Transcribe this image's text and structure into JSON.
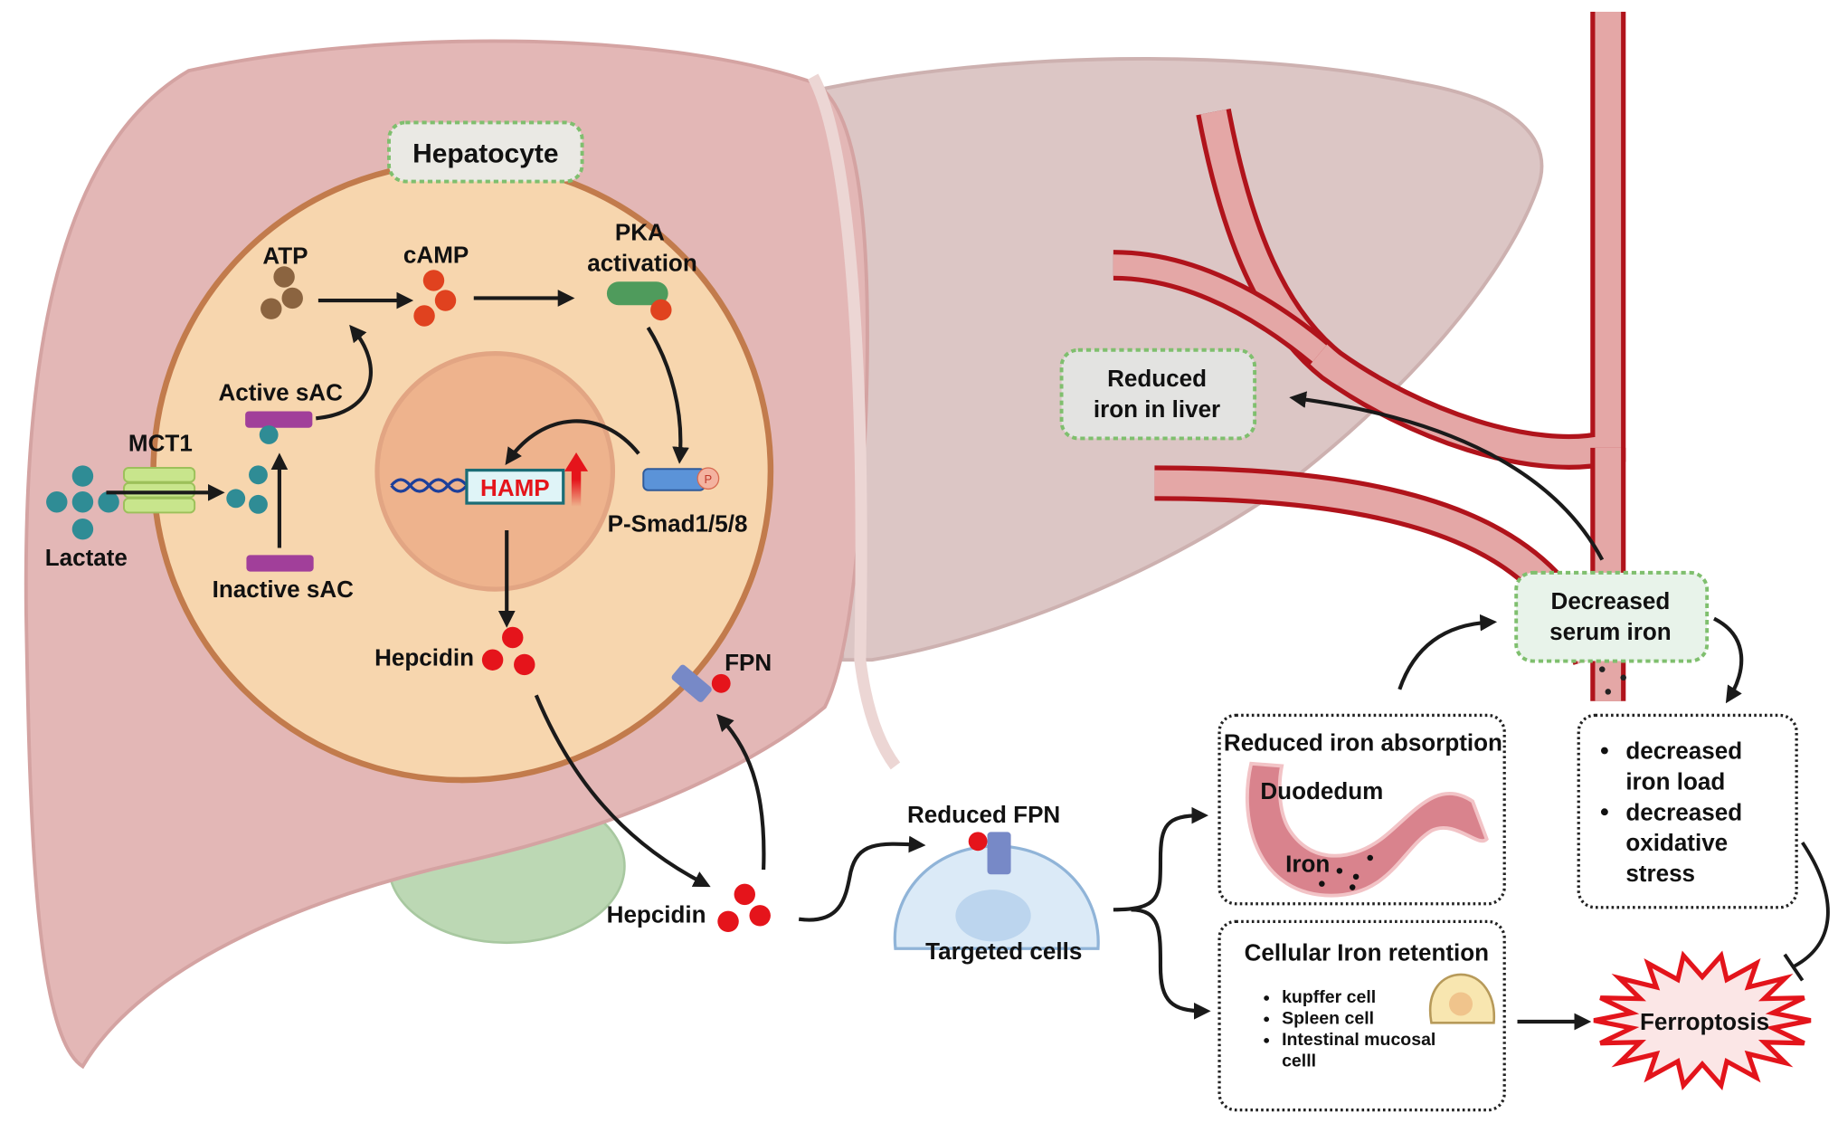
{
  "colors": {
    "liver_left": "#e3b7b6",
    "liver_right": "#dcc6c5",
    "cell": "#f7d6ae",
    "cell_membrane": "#c27b4c",
    "nucleus": "#eeb38d",
    "vessel": "#b0131b",
    "hepcidin": "#e5141b",
    "ferroptosis_stroke": "#e3141b",
    "label_box_green": "#7fbf6e"
  },
  "liver": {
    "hepatocyte_label": "Hepatocyte",
    "reduced_iron_in_liver": [
      "Reduced",
      "iron in liver"
    ],
    "decreased_serum_iron": [
      "Decreased",
      "serum iron"
    ]
  },
  "cell": {
    "atp": "ATP",
    "camp": "cAMP",
    "pka": [
      "PKA",
      "activation"
    ],
    "active_sac": "Active sAC",
    "inactive_sac": "Inactive sAC",
    "mct1": "MCT1",
    "lactate": "Lactate",
    "hamp": "HAMP",
    "psmad": "P-Smad1/5/8",
    "phospho": "P",
    "hepcidin_inside": "Hepcidin",
    "fpn": "FPN"
  },
  "outside": {
    "hepcidin": "Hepcidin",
    "reduced_fpn": "Reduced FPN",
    "targeted_cells": "Targeted cells"
  },
  "absorption_box": {
    "title": "Reduced iron absorption",
    "duodenum": "Duodedum",
    "iron": "Iron"
  },
  "retention_box": {
    "title": "Cellular Iron retention",
    "items": [
      "kupffer cell",
      "Spleen cell",
      "Intestinal mucosal",
      "celll"
    ]
  },
  "effects_box": {
    "items": [
      [
        "decreased",
        "iron load"
      ],
      [
        "decreased",
        "oxidative",
        "stress"
      ]
    ]
  },
  "ferroptosis": "Ferroptosis"
}
